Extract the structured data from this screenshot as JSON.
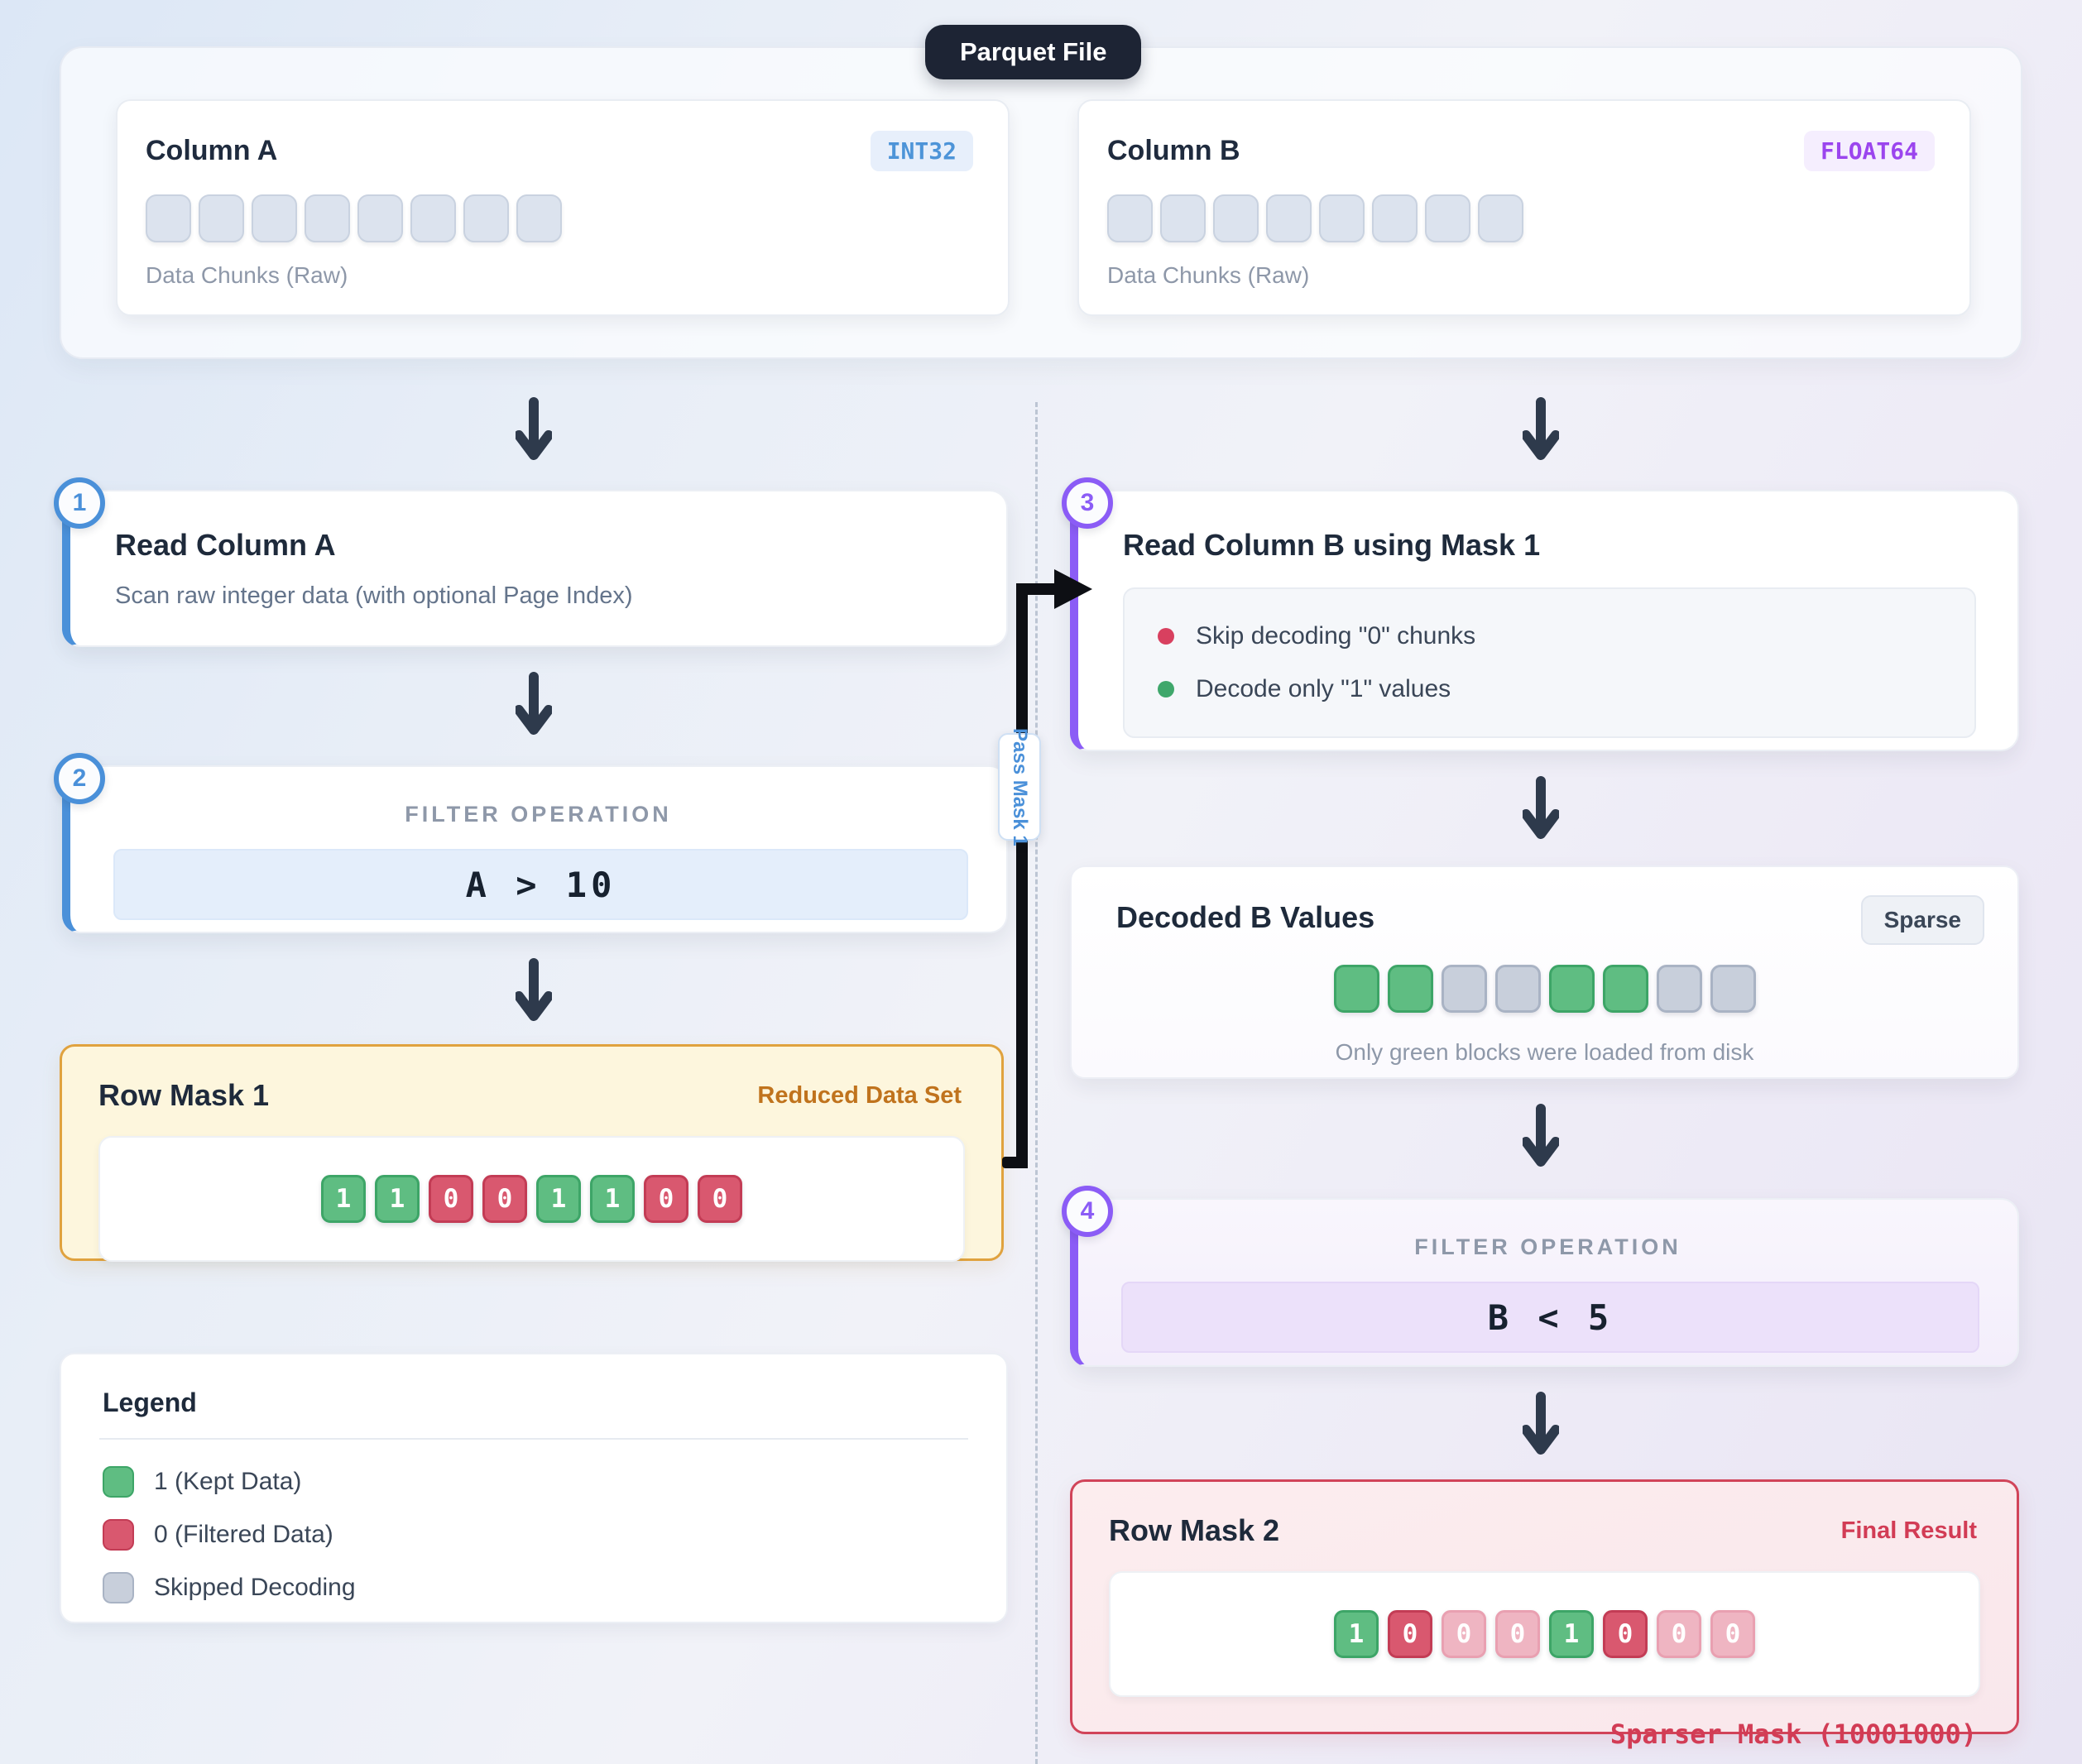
{
  "parquet_file": {
    "label": "Parquet File"
  },
  "columns": [
    {
      "name": "Column A",
      "type_badge": "INT32",
      "chunk_count": 8,
      "caption": "Data Chunks (Raw)"
    },
    {
      "name": "Column B",
      "type_badge": "FLOAT64",
      "chunk_count": 8,
      "caption": "Data Chunks (Raw)"
    }
  ],
  "steps": [
    {
      "number": "1",
      "title": "Read Column A",
      "subtitle": "Scan raw integer data (with optional Page Index)"
    },
    {
      "number": "2",
      "title": "FILTER OPERATION",
      "expression": "A > 10"
    },
    {
      "number": "3",
      "title": "Read Column B using Mask 1",
      "bullets": [
        {
          "dot": "red",
          "text": "Skip decoding \"0\" chunks"
        },
        {
          "dot": "green",
          "text": "Decode only \"1\" values"
        }
      ]
    },
    {
      "number": "4",
      "title": "FILTER OPERATION",
      "expression": "B < 5"
    }
  ],
  "row_mask_1": {
    "title": "Row Mask 1",
    "tag": "Reduced Data Set",
    "bits": [
      {
        "value": "1",
        "state": "kept"
      },
      {
        "value": "1",
        "state": "kept"
      },
      {
        "value": "0",
        "state": "filtered"
      },
      {
        "value": "0",
        "state": "filtered"
      },
      {
        "value": "1",
        "state": "kept"
      },
      {
        "value": "1",
        "state": "kept"
      },
      {
        "value": "0",
        "state": "filtered"
      },
      {
        "value": "0",
        "state": "filtered"
      }
    ]
  },
  "connector": {
    "label": "Pass Mask 1"
  },
  "decoded_b": {
    "title": "Decoded B Values",
    "badge": "Sparse",
    "blocks": [
      "loaded",
      "loaded",
      "skipped",
      "skipped",
      "loaded",
      "loaded",
      "skipped",
      "skipped"
    ],
    "caption": "Only green blocks were loaded from disk"
  },
  "row_mask_2": {
    "title": "Row Mask 2",
    "tag": "Final Result",
    "bits": [
      {
        "value": "1",
        "state": "kept"
      },
      {
        "value": "0",
        "state": "filtered"
      },
      {
        "value": "0",
        "state": "skipped"
      },
      {
        "value": "0",
        "state": "skipped"
      },
      {
        "value": "1",
        "state": "kept"
      },
      {
        "value": "0",
        "state": "filtered"
      },
      {
        "value": "0",
        "state": "skipped"
      },
      {
        "value": "0",
        "state": "skipped"
      }
    ],
    "caption": "Sparser Mask (10001000)"
  },
  "legend": {
    "title": "Legend",
    "items": [
      {
        "swatch": "green",
        "label": "1 (Kept Data)"
      },
      {
        "swatch": "red",
        "label": "0 (Filtered Data)"
      },
      {
        "swatch": "gray",
        "label": "Skipped Decoding"
      }
    ]
  },
  "colors": {
    "accent_blue": "#4a90d9",
    "accent_purple": "#8b5cf6",
    "kept_green": "#5fbd82",
    "filtered_red": "#d9586f",
    "skipped_gray": "#c8cfdb",
    "skipped_pink": "#efb5c2",
    "mask1_accent": "#c0731d",
    "mask2_accent": "#d23c55",
    "int32_text": "#4d94d8",
    "float64_text": "#9b45ee",
    "connector_black": "#0d0f14"
  }
}
